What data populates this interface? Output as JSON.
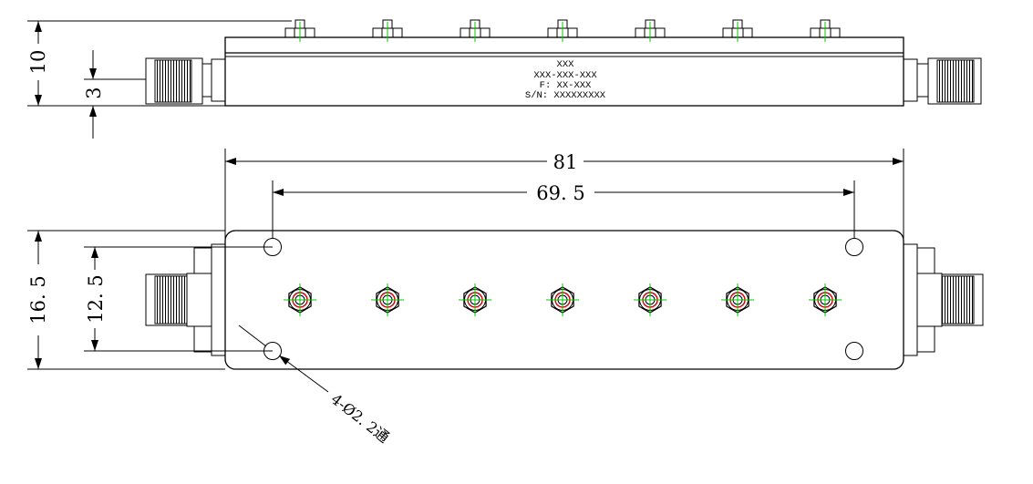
{
  "label": {
    "line1": "XXX",
    "line2": "XXX-XXX-XXX",
    "line3": "F: XX-XXX",
    "line4": "S/N: XXXXXXXXX"
  },
  "dimensions": {
    "height": "10",
    "connector_offset": "3",
    "overall_length": "81",
    "hole_spacing_length": "69. 5",
    "overall_width": "16. 5",
    "hole_spacing_width": "12. 5",
    "hole_callout": "4-Ø2. 2通"
  },
  "colors": {
    "outline": "#000000",
    "centerline": "#00cc00",
    "inner_ring": "#cc0000"
  },
  "tuning_screw_count": 7
}
